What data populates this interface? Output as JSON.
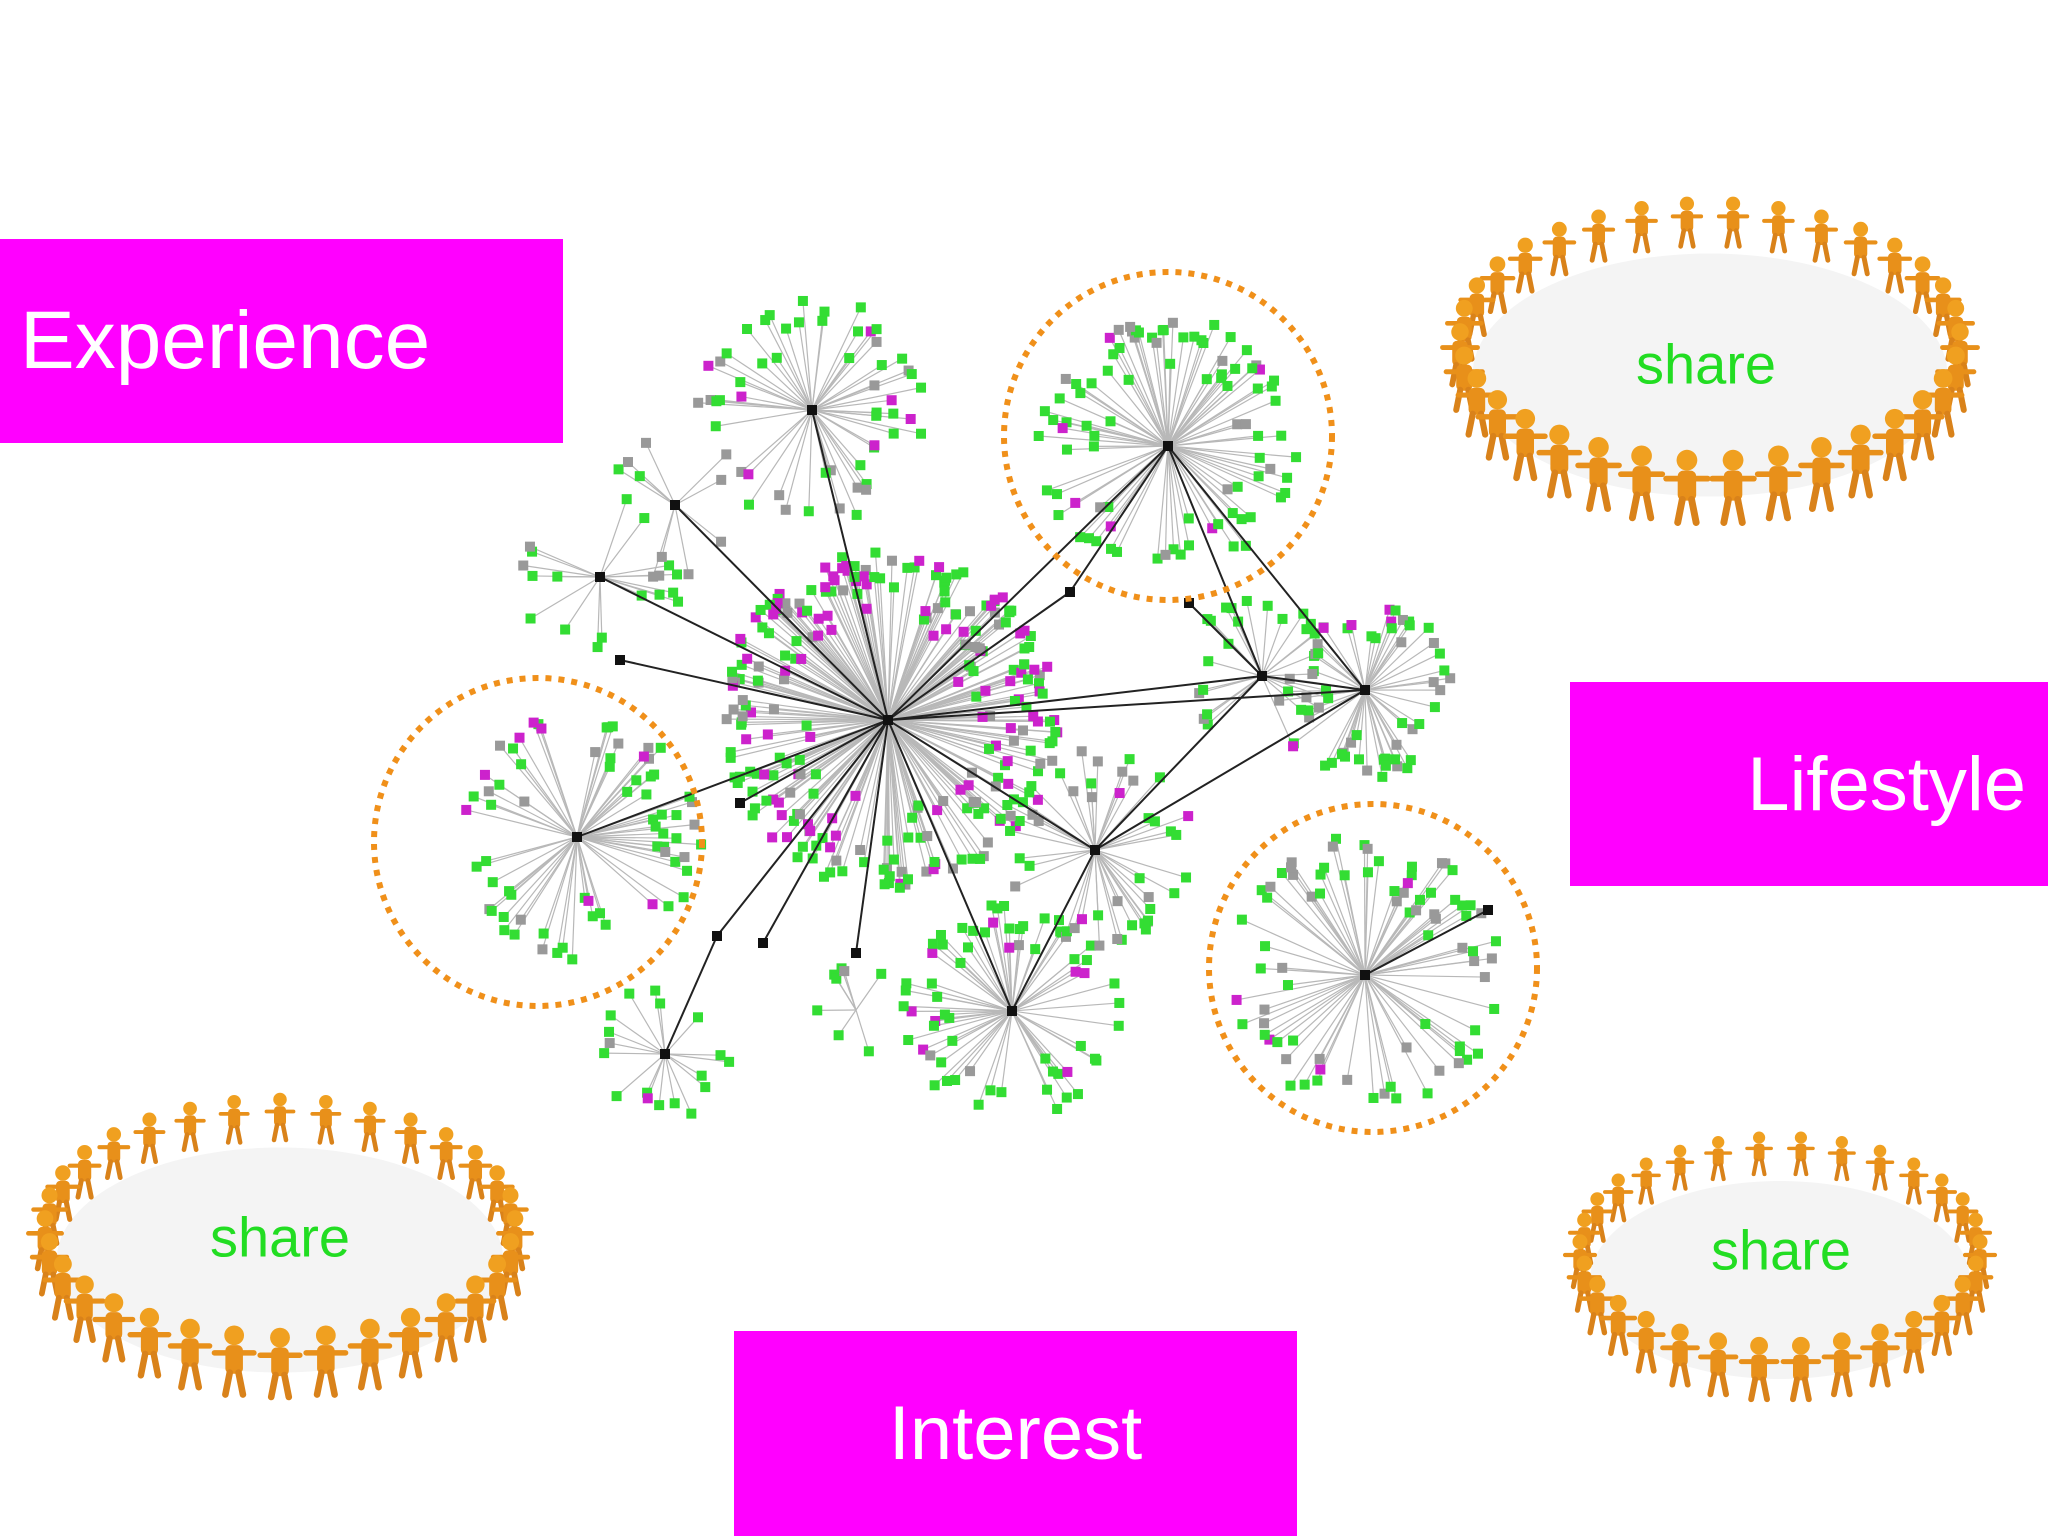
{
  "labels": {
    "experience": "Experience",
    "lifestyle": "Lifestyle",
    "interest": "Interest"
  },
  "share_groups": [
    {
      "text": "share"
    },
    {
      "text": "share"
    },
    {
      "text": "share"
    }
  ],
  "colors": {
    "label_background": "#ff00ff",
    "label_text": "#ffffff",
    "share_text": "#22dd22",
    "node_green": "#33dd33",
    "node_magenta": "#cc22cc",
    "node_gray": "#999999",
    "hub": "#111111",
    "highlight_ring": "#f0901a",
    "people": "#f0a020"
  }
}
